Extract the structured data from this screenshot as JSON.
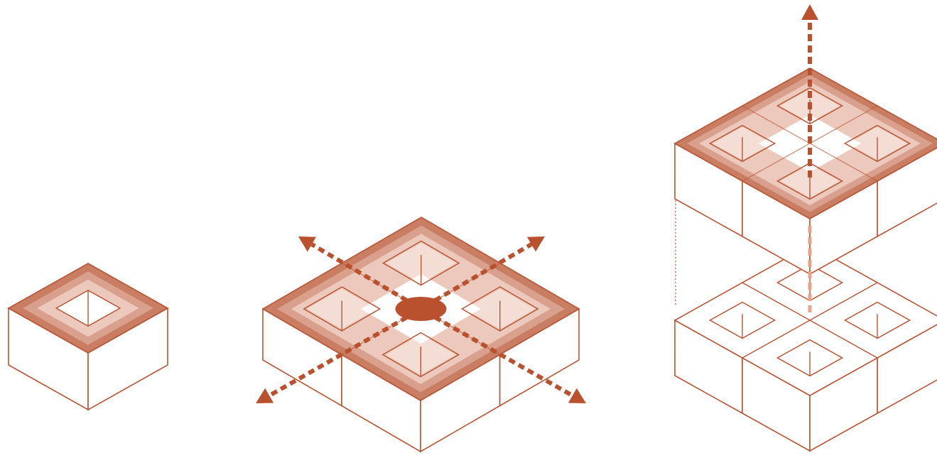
{
  "diagram": {
    "panels": [
      {
        "id": "single-module",
        "modules": 1,
        "growth": "none"
      },
      {
        "id": "horizontal-growth",
        "modules": 4,
        "growth": "horizontal",
        "arrows": 4
      },
      {
        "id": "vertical-growth",
        "modules": 8,
        "growth": "vertical",
        "arrows": 1
      }
    ]
  },
  "colors": {
    "stroke": "#b95534",
    "band_outer": "#c97d63",
    "band_mid": "#d9a18d",
    "band_inner": "#ecc9bc",
    "arrow": "#b9512f",
    "background": "#ffffff"
  }
}
